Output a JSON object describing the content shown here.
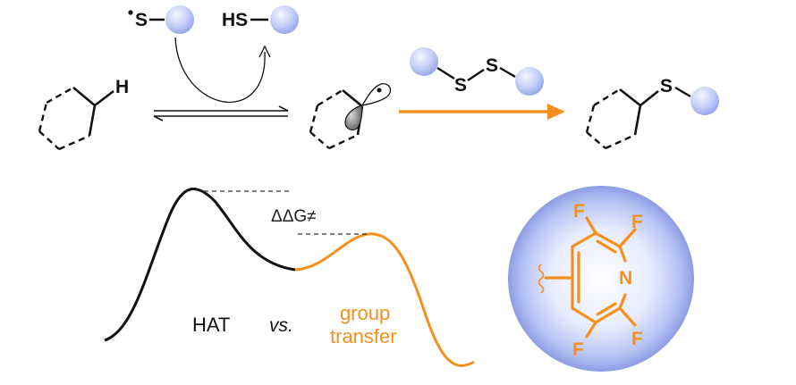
{
  "colors": {
    "black": "#111111",
    "orange": "#f5901e",
    "sphere_light": "#eef1ff",
    "sphere_mid": "#b9c6f6",
    "sphere_dark": "#7f93e4",
    "ring_edge": "#8fa0e6"
  },
  "scheme": {
    "thiyl_radical_atom": "S",
    "thiol_label": "HS",
    "reactant_h": "H",
    "disulfide_s1": "S",
    "disulfide_s2": "S",
    "product_s": "S"
  },
  "energy": {
    "ddg_label": "ΔΔG≠",
    "hat_label": "HAT",
    "vs_label": "vs.",
    "group_label": "group",
    "transfer_label": "transfer"
  },
  "pyridine": {
    "f_top_left": "F",
    "f_top_right": "F",
    "n_atom": "N",
    "f_bottom_left": "F",
    "f_bottom_right": "F"
  }
}
